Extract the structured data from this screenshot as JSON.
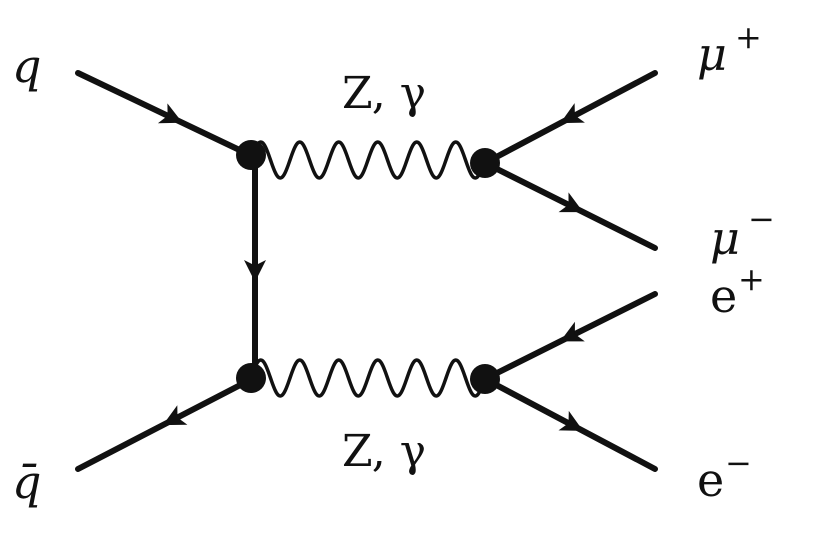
{
  "labels": {
    "quark": "q",
    "antiquark": "q̄",
    "muon_plus_base": "μ",
    "muon_plus_sup": "+",
    "muon_minus_base": "μ",
    "muon_minus_sup": "−",
    "electron_plus_base": "e",
    "electron_plus_sup": "+",
    "electron_minus_base": "e",
    "electron_minus_sup": "−",
    "boson_top": "Z, γ",
    "boson_bottom": "Z, γ"
  }
}
